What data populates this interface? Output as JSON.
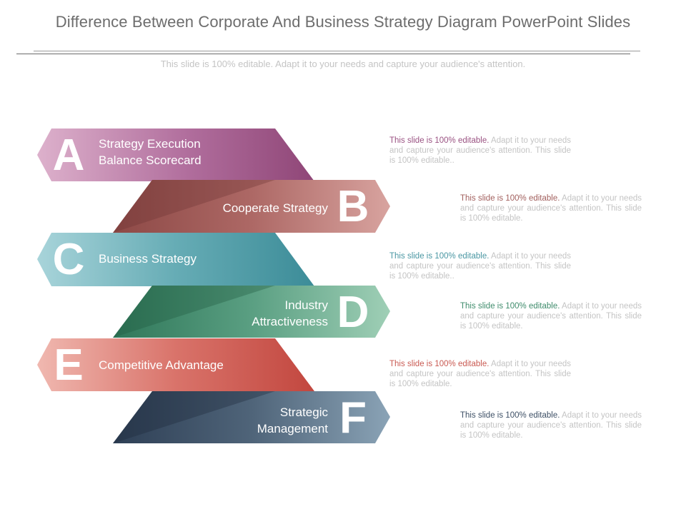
{
  "header": {
    "title": "Difference Between Corporate And Business Strategy Diagram PowerPoint Slides",
    "subtitle": "This slide is 100% editable. Adapt it to your needs and capture your audience's attention."
  },
  "steps": [
    {
      "letter": "A",
      "label_lines": [
        "Strategy Execution",
        "Balance Scorecard"
      ],
      "color": "#9a5282",
      "desc_lead": "This slide is 100% editable.",
      "desc_rest": " Adapt it to your needs and capture your audience's attention. This slide is 100% editable.."
    },
    {
      "letter": "B",
      "label_lines": [
        "Cooperate Strategy"
      ],
      "color": "#a2605e",
      "desc_lead": "This slide is 100% editable.",
      "desc_rest": " Adapt it to your needs and capture your audience's attention. This slide is 100% editable."
    },
    {
      "letter": "C",
      "label_lines": [
        "Business Strategy"
      ],
      "color": "#4a97a3",
      "desc_lead": "This slide is 100% editable.",
      "desc_rest": " Adapt it to your needs and capture your audience's attention. This slide is 100% editable.."
    },
    {
      "letter": "D",
      "label_lines": [
        "Industry",
        "Attractiveness"
      ],
      "color": "#3f8c6c",
      "desc_lead": "This slide is 100% editable.",
      "desc_rest": " Adapt it to your needs and capture your audience's attention. This slide is 100% editable."
    },
    {
      "letter": "E",
      "label_lines": [
        "Competitive Advantage"
      ],
      "color": "#c95a52",
      "desc_lead": "This slide is 100% editable.",
      "desc_rest": " Adapt it to your needs and capture your audience's attention. This slide is 100% editable."
    },
    {
      "letter": "F",
      "label_lines": [
        "Strategic",
        "Management"
      ],
      "color": "#3e5066",
      "desc_lead": "This slide is 100% editable.",
      "desc_rest": " Adapt it to your needs and capture your audience's attention. This slide is 100% editable."
    }
  ]
}
